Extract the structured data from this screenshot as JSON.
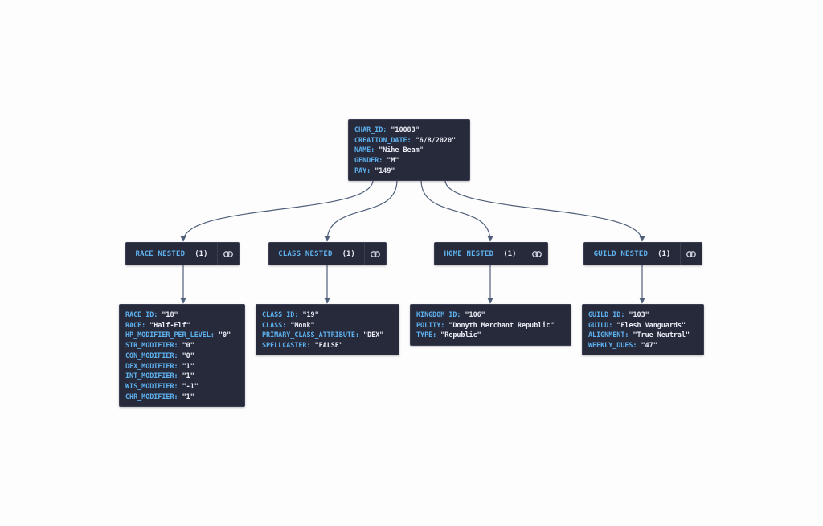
{
  "colors": {
    "node_bg": "#272a3b",
    "key": "#5eb1ef",
    "value": "#e9ecf4",
    "edge": "#4f5f7a",
    "background": "#fdfdfd"
  },
  "root": {
    "rows": [
      {
        "key": "CHAR_ID:",
        "value": "\"10083\""
      },
      {
        "key": "CREATION_DATE:",
        "value": "\"6/8/2020\""
      },
      {
        "key": "NAME:",
        "value": "\"Nihe Beam\""
      },
      {
        "key": "GENDER:",
        "value": "\"M\""
      },
      {
        "key": "PAY:",
        "value": "\"149\""
      }
    ]
  },
  "groups": [
    {
      "label": "RACE_NESTED",
      "count": "(1)",
      "icon": "link-icon"
    },
    {
      "label": "CLASS_NESTED",
      "count": "(1)",
      "icon": "link-icon"
    },
    {
      "label": "HOME_NESTED",
      "count": "(1)",
      "icon": "link-icon"
    },
    {
      "label": "GUILD_NESTED",
      "count": "(1)",
      "icon": "link-icon"
    }
  ],
  "children": [
    {
      "rows": [
        {
          "key": "RACE_ID:",
          "value": "\"18\""
        },
        {
          "key": "RACE:",
          "value": "\"Half-Elf\""
        },
        {
          "key": "HP_MODIFIER_PER_LEVEL:",
          "value": "\"0\""
        },
        {
          "key": "STR_MODIFIER:",
          "value": "\"0\""
        },
        {
          "key": "CON_MODIFIER:",
          "value": "\"0\""
        },
        {
          "key": "DEX_MODIFIER:",
          "value": "\"1\""
        },
        {
          "key": "INT_MODIFIER:",
          "value": "\"1\""
        },
        {
          "key": "WIS_MODIFIER:",
          "value": "\"-1\""
        },
        {
          "key": "CHR_MODIFIER:",
          "value": "\"1\""
        }
      ]
    },
    {
      "rows": [
        {
          "key": "CLASS_ID:",
          "value": "\"19\""
        },
        {
          "key": "CLASS:",
          "value": "\"Monk\""
        },
        {
          "key": "PRIMARY_CLASS_ATTRIBUTE:",
          "value": "\"DEX\""
        },
        {
          "key": "SPELLCASTER:",
          "value": "\"FALSE\""
        }
      ]
    },
    {
      "rows": [
        {
          "key": "KINGDOM_ID:",
          "value": "\"106\""
        },
        {
          "key": "POLITY:",
          "value": "\"Donyth Merchant Republic\""
        },
        {
          "key": "TYPE:",
          "value": "\"Republic\""
        }
      ]
    },
    {
      "rows": [
        {
          "key": "GUILD_ID:",
          "value": "\"103\""
        },
        {
          "key": "GUILD:",
          "value": "\"Flesh Vanguards\""
        },
        {
          "key": "ALIGNMENT:",
          "value": "\"True Neutral\""
        },
        {
          "key": "WEEKLY_DUES:",
          "value": "\"47\""
        }
      ]
    }
  ]
}
